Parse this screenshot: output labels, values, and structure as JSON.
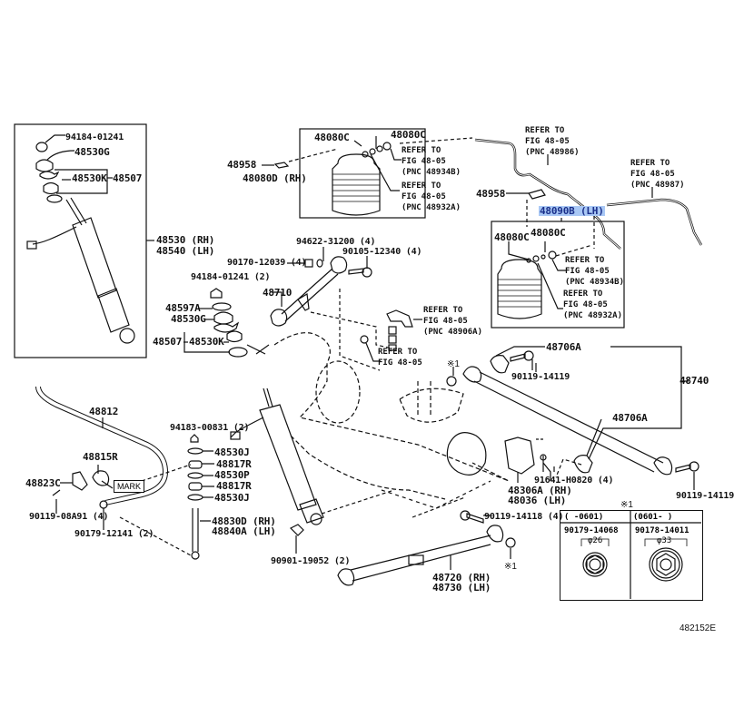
{
  "diagram": {
    "figure_id": "482152E",
    "highlighted_part": "48090B (LH)",
    "highlight_color": "#a9c8f5"
  },
  "labels": {
    "p94184_01241": "94184-01241",
    "p48530G_top": "48530G",
    "p48530K_top": "48530K",
    "p48507_top": "48507",
    "p48530_rh": "48530 (RH)",
    "p48540_lh": "48540 (LH)",
    "p94184_01241_2": "94184-01241 (2)",
    "p48597A": "48597A",
    "p48530G_bot": "48530G",
    "p48507_bot": "48507",
    "p48530K_bot": "48530K",
    "p48080C_a": "48080C",
    "p48080C_b": "48080C",
    "p48958_a": "48958",
    "p48080D_rh": "48080D (RH)",
    "p48958_b": "48958",
    "p48090B_lh": "48090B (LH)",
    "p48080C_c": "48080C",
    "p48080C_d": "48080C",
    "p94622_31200": "94622-31200 (4)",
    "p90170_12039": "90170-12039 (4)",
    "p90105_12340": "90105-12340 (4)",
    "p48710": "48710",
    "p48706A_a": "48706A",
    "p90119_14119_a": "90119-14119",
    "p48740": "48740",
    "p48706A_b": "48706A",
    "p91641_H0820": "91641-H0820 (4)",
    "p90119_14119_b": "90119-14119",
    "p48306A_rh": "48306A (RH)",
    "p48036_lh": "48036 (LH)",
    "p48812": "48812",
    "p48815R": "48815R",
    "p48823C": "48823C",
    "p90119_08A91": "90119-08A91 (4)",
    "p90179_12141": "90179-12141 (2)",
    "p94183_00831": "94183-00831 (2)",
    "p48530J_a": "48530J",
    "p48817R_a": "48817R",
    "p48530P": "48530P",
    "p48817R_b": "48817R",
    "p48530J_b": "48530J",
    "p48830D_rh": "48830D (RH)",
    "p48840A_lh": "48840A (LH)",
    "p90901_19052": "90901-19052 (2)",
    "p90119_14118": "90119-14118 (4)",
    "p48720_rh": "48720 (RH)",
    "p48730_lh": "48730 (LH)",
    "mark": "MARK",
    "note1_a": "※1",
    "note1_b": "※1",
    "note1_c": "※1"
  },
  "refs": {
    "r48934B_a": "REFER TO\nFIG 48-05\n(PNC 48934B)",
    "r48932A_a": "REFER TO\nFIG 48-05\n(PNC 48932A)",
    "r48986": "REFER TO\nFIG 48-05\n(PNC 48986)",
    "r48987": "REFER TO\nFIG 48-05\n(PNC 48987)",
    "r48934B_b": "REFER TO\nFIG 48-05\n(PNC 48934B)",
    "r48932A_b": "REFER TO\nFIG 48-05\n(PNC 48932A)",
    "r48906A": "REFER TO\nFIG 48-05\n(PNC 48906A)",
    "r4805": "REFER TO\nFIG 48-05"
  },
  "nut_table": {
    "title": "※1",
    "columns": [
      {
        "range": "(      -0601)",
        "part": "90179-14068",
        "diameter": "φ26"
      },
      {
        "range": "(0601-      )",
        "part": "90178-14011",
        "diameter": "φ33"
      }
    ]
  }
}
